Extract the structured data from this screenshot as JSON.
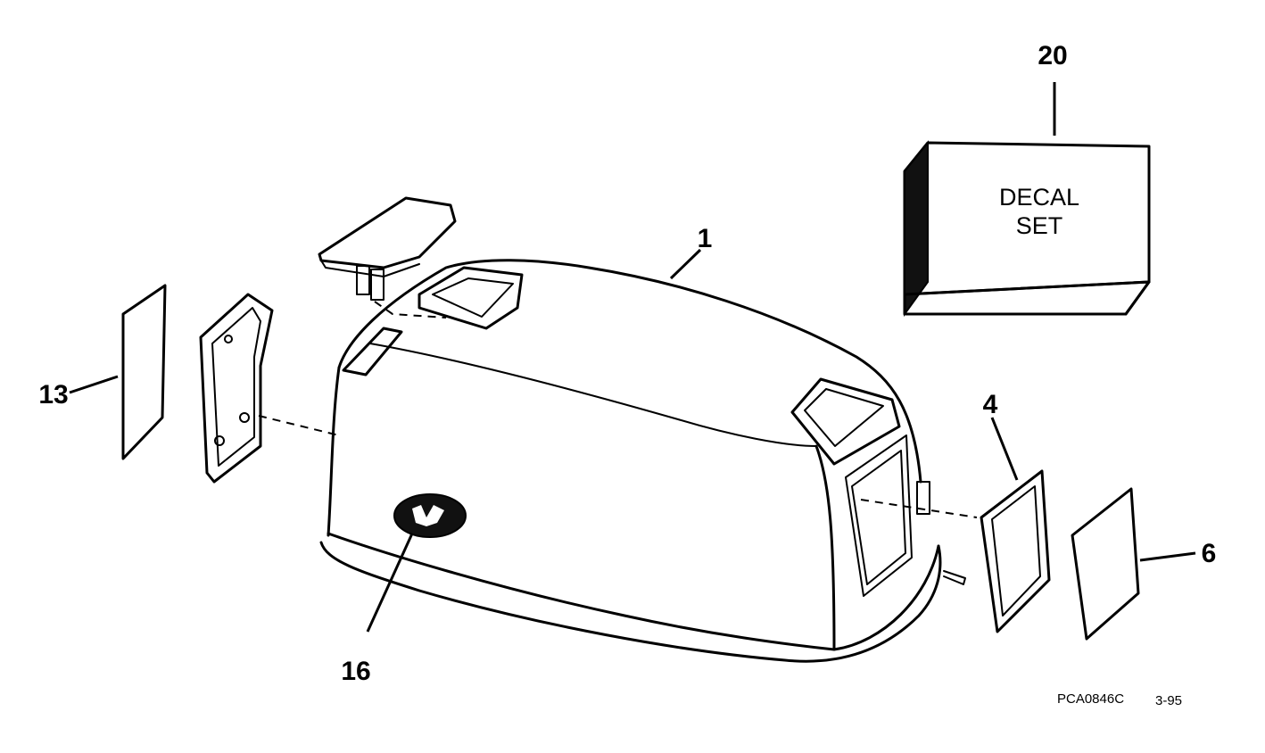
{
  "callouts": {
    "decal_set_number": "20",
    "cover_number": "1",
    "left_decal_number": "13",
    "grommet_number": "4",
    "right_decal_number": "6",
    "emblem_number": "16"
  },
  "decal_box": {
    "line1": "DECAL",
    "line2": "SET"
  },
  "footer": {
    "part_code": "PCA0846C",
    "date": "3-95"
  },
  "colors": {
    "ink": "#000000",
    "paper": "#ffffff"
  }
}
